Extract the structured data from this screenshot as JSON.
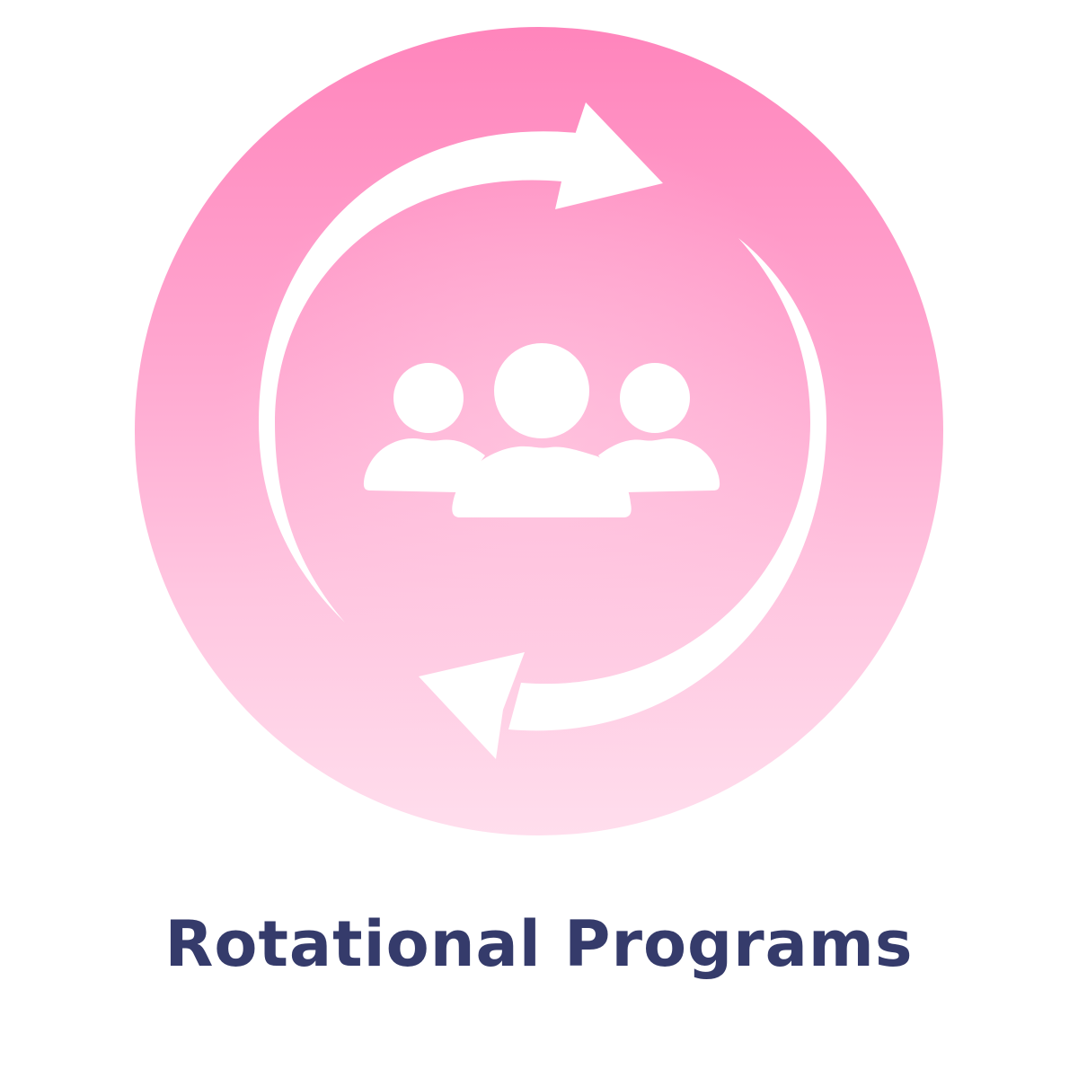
{
  "title": "Rotational Programs",
  "icon": {
    "name": "rotation-team-icon",
    "parts": [
      "cycle-arrow-top",
      "cycle-arrow-bottom",
      "team-people"
    ]
  },
  "colors": {
    "badge_top": "#ff85bc",
    "badge_bottom": "#ffdeed",
    "icon_fill": "#ffffff",
    "title_text": "#353b6b",
    "background": "#ffffff"
  }
}
